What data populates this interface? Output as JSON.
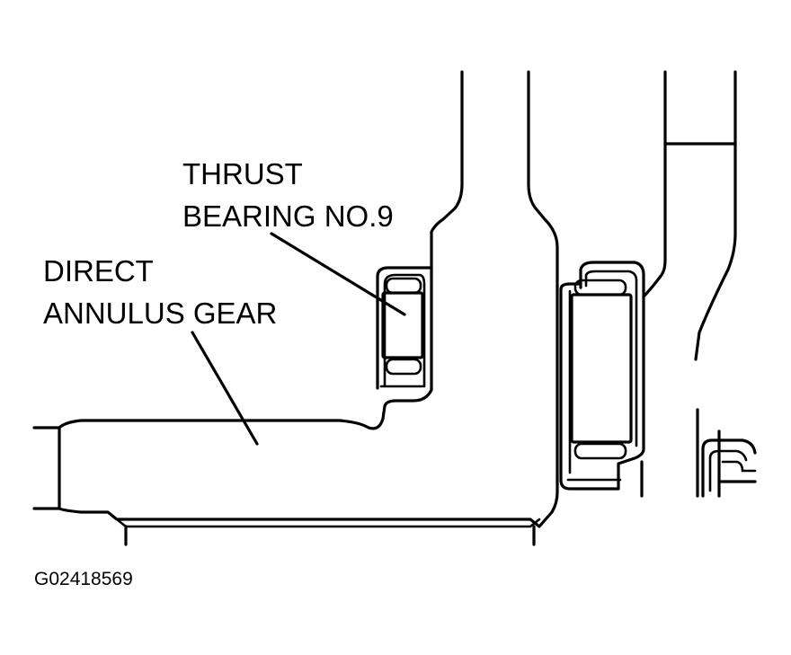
{
  "labels": {
    "thrust_bearing": {
      "line1": "THRUST",
      "line2": "BEARING NO.9"
    },
    "annulus_gear": {
      "line1": "DIRECT",
      "line2": "ANNULUS GEAR"
    }
  },
  "figure_code": "G02418569",
  "colors": {
    "ink": "#000000",
    "background": "#ffffff"
  }
}
